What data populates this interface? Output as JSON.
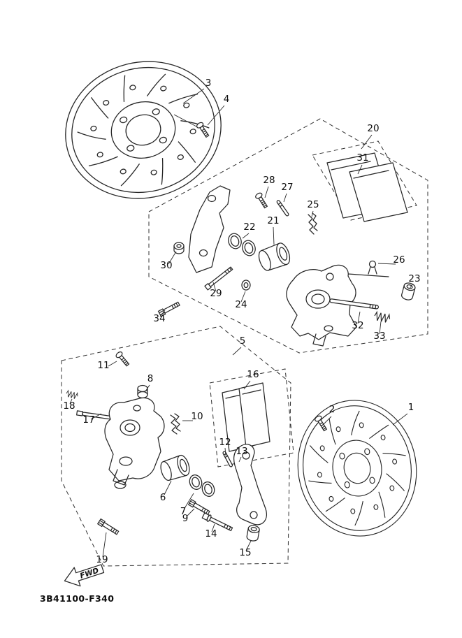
{
  "d": {
    "code": "3B41100-F340",
    "fwd": "FWD",
    "callouts": [
      "1",
      "2",
      "3",
      "4",
      "5",
      "6",
      "7",
      "8",
      "9",
      "10",
      "11",
      "12",
      "13",
      "14",
      "15",
      "16",
      "17",
      "18",
      "19",
      "20",
      "21",
      "22",
      "23",
      "24",
      "25",
      "26",
      "27",
      "28",
      "29",
      "30",
      "31",
      "32",
      "33",
      "34"
    ]
  }
}
